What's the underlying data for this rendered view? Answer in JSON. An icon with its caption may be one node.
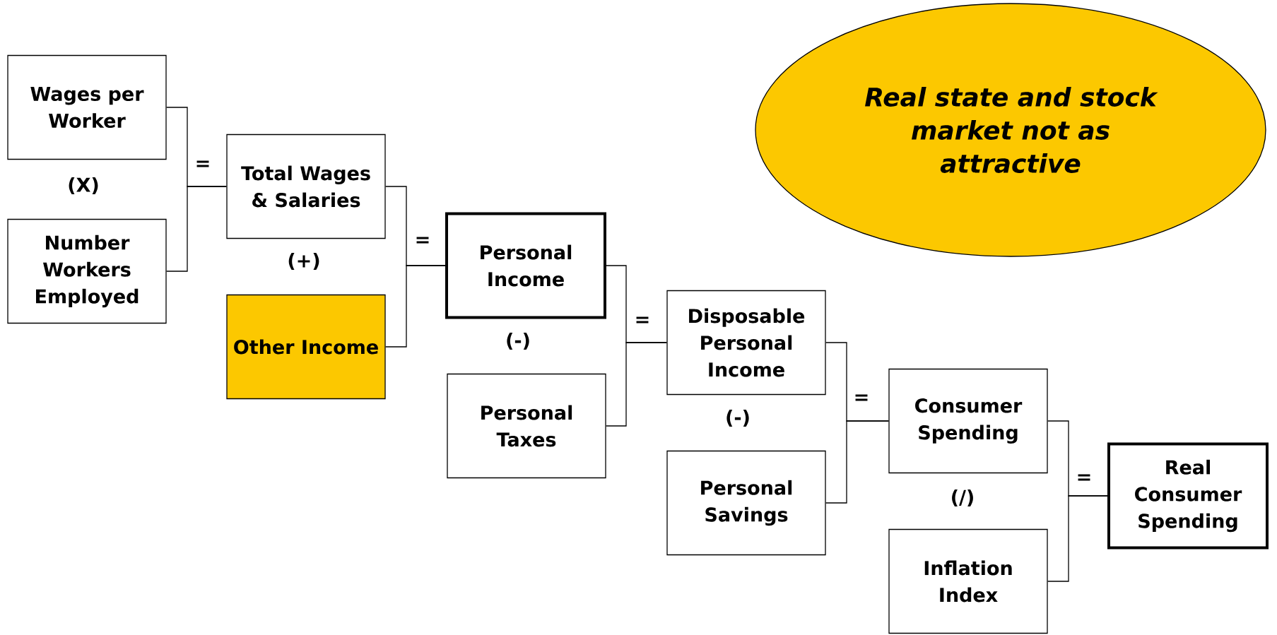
{
  "diagram": {
    "nodes": [
      {
        "text": [
          "Wages per Worker"
        ]
      },
      {
        "text": [
          "Number Workers Employed"
        ]
      },
      {
        "text": [
          "Total Wages & Salaries"
        ]
      },
      {
        "text": [
          "Other Income"
        ]
      },
      {
        "text": [
          "Personal Income"
        ]
      },
      {
        "text": [
          "Personal Taxes"
        ]
      },
      {
        "text": [
          "Disposable Personal Income"
        ]
      },
      {
        "text": [
          "Personal Savings"
        ]
      },
      {
        "text": [
          "Consumer Spending"
        ]
      },
      {
        "text": [
          "Inflation Index"
        ]
      },
      {
        "text": [
          "Real Consumer Spending"
        ]
      },
      {
        "text": [
          "Real state and stock market not as attractive"
        ]
      }
    ],
    "edges": [
      {
        "from": 0,
        "to": 2,
        "arrow": "none"
      },
      {
        "from": 1,
        "to": 2,
        "arrow": "none"
      },
      {
        "from": 2,
        "to": 4,
        "arrow": "none"
      },
      {
        "from": 3,
        "to": 4,
        "arrow": "none"
      },
      {
        "from": 4,
        "to": 6,
        "arrow": "none"
      },
      {
        "from": 5,
        "to": 6,
        "arrow": "none"
      },
      {
        "from": 6,
        "to": 8,
        "arrow": "none"
      },
      {
        "from": 7,
        "to": 8,
        "arrow": "none"
      },
      {
        "from": 8,
        "to": 10,
        "arrow": "none"
      },
      {
        "from": 9,
        "to": 10,
        "arrow": "none"
      }
    ],
    "labels": [
      "=",
      "(X)",
      "=",
      "(+)",
      "=",
      "(-)",
      "=",
      "(-)",
      "=",
      "(/)"
    ]
  }
}
